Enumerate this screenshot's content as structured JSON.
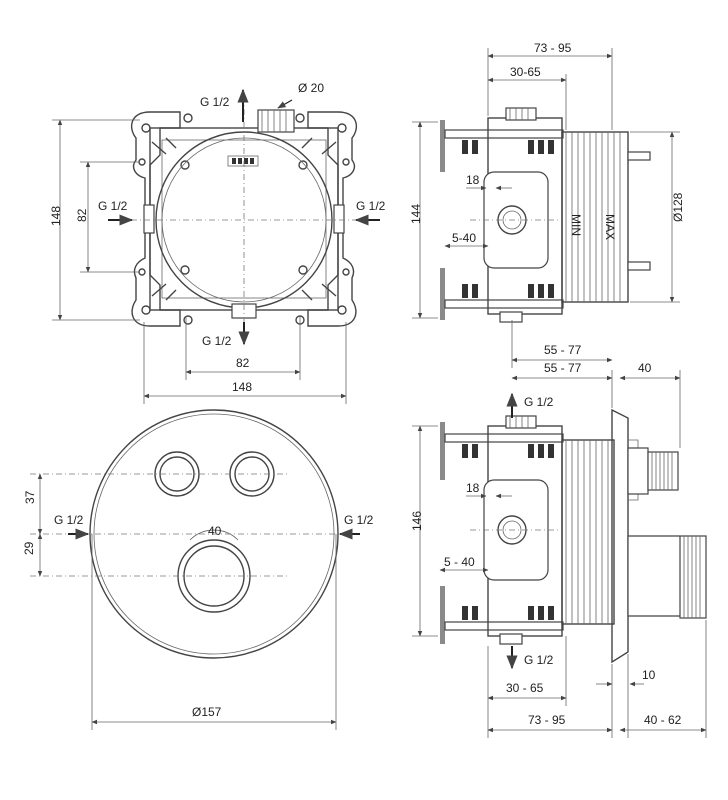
{
  "views": {
    "front": {
      "labels": {
        "inlet_top": "G 1/2",
        "diameter_top": "Ø 20",
        "inlet_left": "G 1/2",
        "inlet_right": "G 1/2",
        "outlet_bottom": "G 1/2",
        "height_outer": "148",
        "height_inner": "82",
        "width_inner": "82",
        "width_outer": "148"
      }
    },
    "side_top": {
      "labels": {
        "depth_range": "73 - 95",
        "depth_inner": "30-65",
        "offset": "18",
        "height": "144",
        "inset": "5-40",
        "diameter": "Ø128",
        "bottom_range": "55 - 77",
        "min_label": "MIN",
        "max_label": "MAX"
      }
    },
    "plate": {
      "labels": {
        "inlet_left": "G 1/2",
        "inlet_right": "G 1/2",
        "spacing_upper": "37",
        "spacing_lower": "29",
        "diameter": "Ø157",
        "scale_mark": "40"
      }
    },
    "side_bottom": {
      "labels": {
        "top_range": "55 - 77",
        "protrusion": "40",
        "inlet_top": "G 1/2",
        "offset": "18",
        "height": "146",
        "inset": "5 - 40",
        "outlet_bottom": "G 1/2",
        "depth_inner": "30 - 65",
        "spacer": "10",
        "depth_range": "73 - 95",
        "handle_range": "40 - 62"
      }
    }
  }
}
